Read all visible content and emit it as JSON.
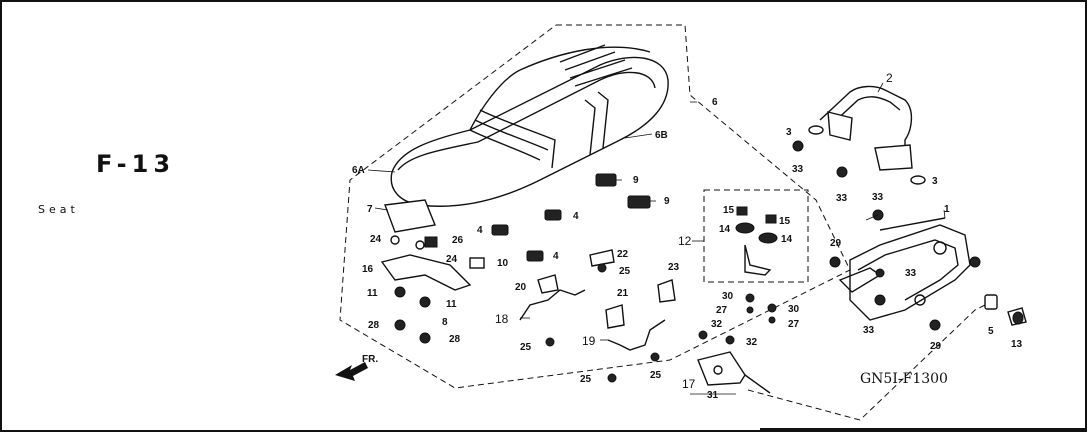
{
  "page": {
    "code": "F-13",
    "title": "Seat",
    "diagram_code": "GN5I-F1300"
  },
  "front_arrow": "FR.",
  "callouts": {
    "c1": "1",
    "c2": "2",
    "c3a": "3",
    "c3b": "3",
    "c5": "5",
    "c6": "6",
    "c6a": "6A",
    "c6b": "6B",
    "c7": "7",
    "c8": "8",
    "c9a": "9",
    "c9b": "9",
    "c10": "10",
    "c11a": "11",
    "c11b": "11",
    "c12": "12",
    "c13": "13",
    "c14a": "14",
    "c14b": "14",
    "c15a": "15",
    "c15b": "15",
    "c16": "16",
    "c17": "17",
    "c18": "18",
    "c19": "19",
    "c20": "20",
    "c21": "21",
    "c22": "22",
    "c23": "23",
    "c24a": "24",
    "c24b": "24",
    "c25a": "25",
    "c25b": "25",
    "c25c": "25",
    "c25d": "25",
    "c26": "26",
    "c27a": "27",
    "c27b": "27",
    "c28a": "28",
    "c28b": "28",
    "c29a": "29",
    "c29b": "29",
    "c30a": "30",
    "c30b": "30",
    "c31": "31",
    "c32a": "32",
    "c32b": "32",
    "c33a": "33",
    "c33b": "33",
    "c33c": "33",
    "c33d": "33",
    "c33e": "33",
    "c4a": "4",
    "c4b": "4",
    "c4c": "4"
  }
}
